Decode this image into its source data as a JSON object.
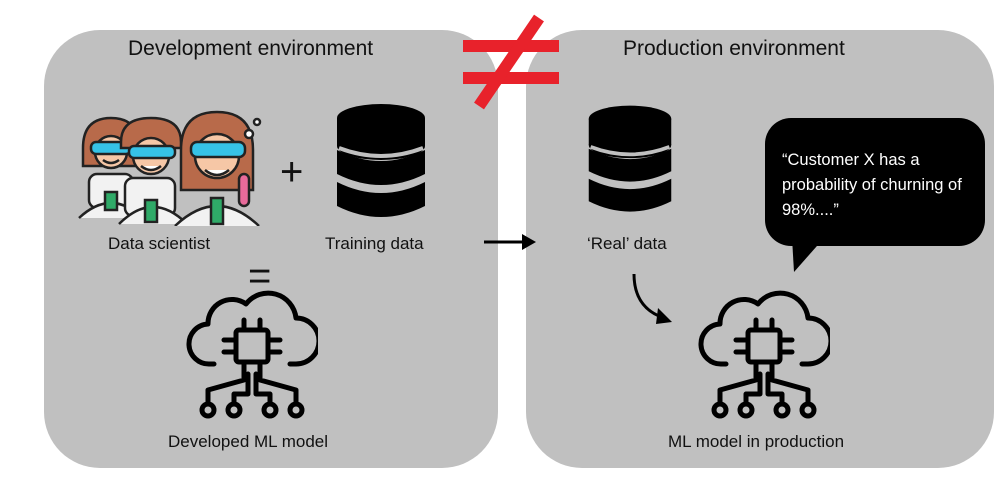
{
  "diagram": {
    "development": {
      "title": "Development environment",
      "data_scientist_label": "Data scientist",
      "training_data_label": "Training data",
      "plus_symbol": "+",
      "equals_symbol": "=",
      "model_label": "Developed ML model"
    },
    "production": {
      "title": "Production environment",
      "real_data_label": "‘Real’ data",
      "model_label": "ML model in production",
      "speech_bubble_text": "“Customer X has a probability of churning of 98%....”"
    },
    "not_equal_color": "#e8222b",
    "panel_color": "#c0c0c0"
  }
}
